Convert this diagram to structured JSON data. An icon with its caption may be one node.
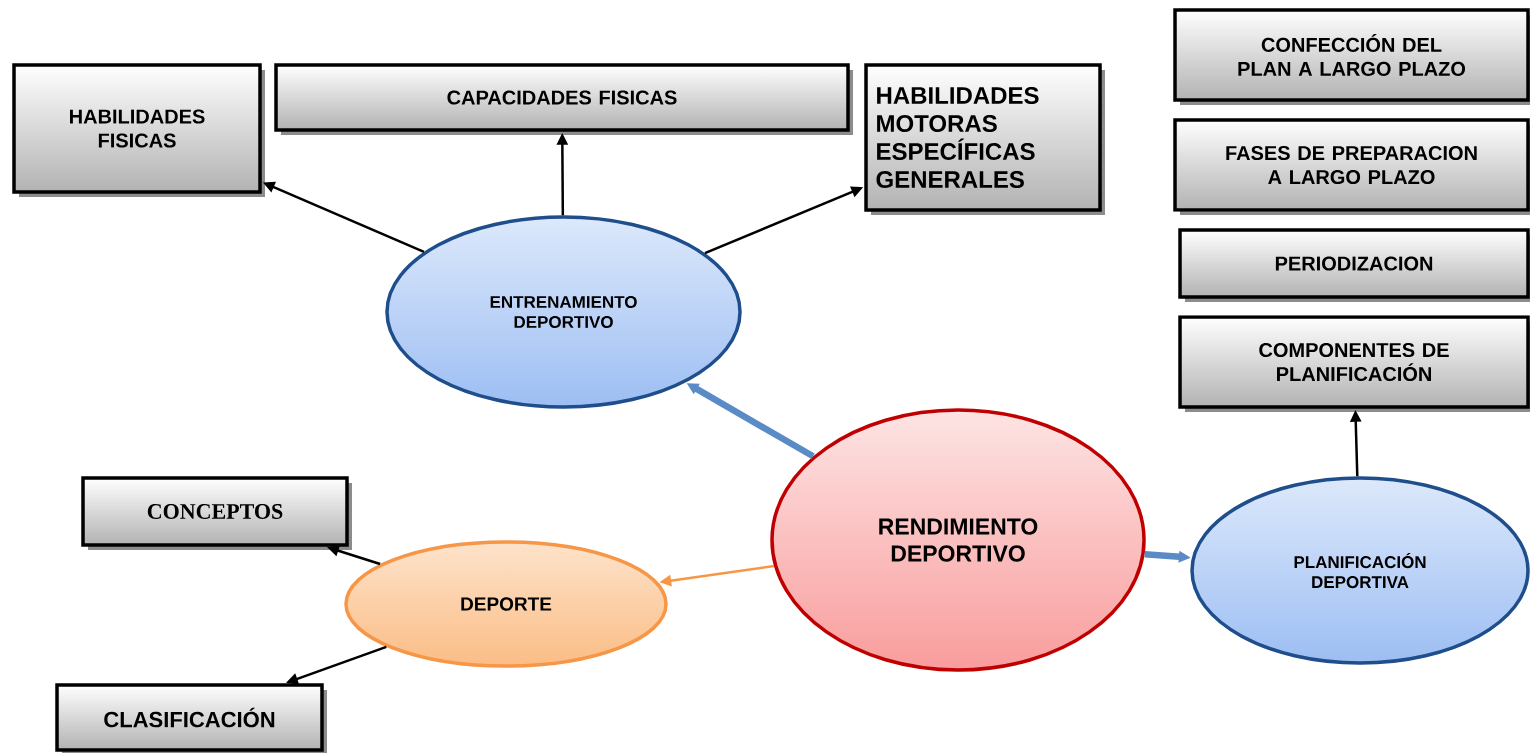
{
  "diagram": {
    "nodes": [
      {
        "text": [
          "HABILIDADES FISICAS"
        ]
      },
      {
        "text": [
          "CAPACIDADES FISICAS"
        ]
      },
      {
        "text": [
          "HABILIDADES MOTORAS ESPECÍFICAS GENERALES"
        ]
      },
      {
        "text": [
          "CONFECCIÓN DEL PLAN A LARGO PLAZO"
        ]
      },
      {
        "text": [
          "FASES DE PREPARACION A LARGO PLAZO"
        ]
      },
      {
        "text": [
          "PERIODIZACION"
        ]
      },
      {
        "text": [
          "COMPONENTES DE PLANIFICACIÓN"
        ]
      },
      {
        "text": [
          "ENTRENAMIENTO DEPORTIVO"
        ]
      },
      {
        "text": [
          "CONCEPTOS"
        ]
      },
      {
        "text": [
          "RENDIMIENTO DEPORTIVO"
        ]
      },
      {
        "text": [
          "PLANIFICACIÓN DEPORTIVA"
        ]
      },
      {
        "text": [
          "DEPORTE"
        ]
      },
      {
        "text": [
          "CLASIFICACIÓN"
        ]
      }
    ],
    "edges": [
      {
        "from": 7,
        "to": 0,
        "arrow": "to"
      },
      {
        "from": 7,
        "to": 1,
        "arrow": "to"
      },
      {
        "from": 7,
        "to": 2,
        "arrow": "to"
      },
      {
        "from": 9,
        "to": 7,
        "arrow": "to",
        "style": "thick",
        "color": "#5b8bc6"
      },
      {
        "from": 9,
        "to": 11,
        "arrow": "to",
        "color": "#f79646"
      },
      {
        "from": 9,
        "to": 10,
        "arrow": "to",
        "style": "thick",
        "color": "#5b8bc6"
      },
      {
        "from": 10,
        "to": 6,
        "arrow": "to"
      },
      {
        "from": 11,
        "to": 8,
        "arrow": "to"
      },
      {
        "from": 11,
        "to": 12,
        "arrow": "to"
      }
    ]
  }
}
